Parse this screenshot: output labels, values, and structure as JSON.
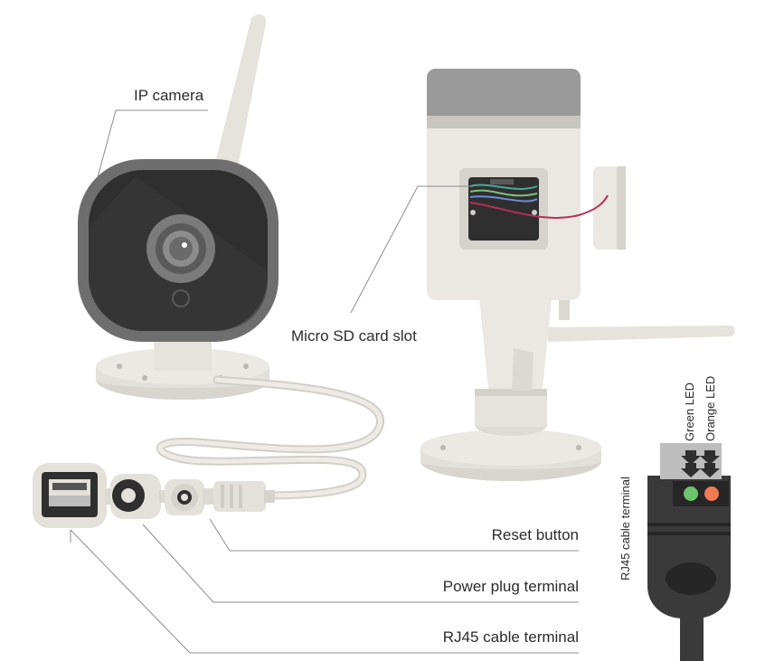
{
  "labels": {
    "ip_camera": "IP camera",
    "micro_sd": "Micro SD card slot",
    "reset_button": "Reset button",
    "power_plug": "Power plug terminal",
    "rj45_terminal": "RJ45 cable terminal",
    "green_led": "Green LED",
    "orange_led": "Orange LED",
    "rj45_side": "RJ45 cable terminal"
  },
  "colors": {
    "line": "#8c8c8c",
    "body_light": "#e9e6e1",
    "body_mid": "#dcd8d2",
    "cap_gray": "#9a9a9a",
    "dark": "#2f2f2f",
    "lens_ring": "#7b7b7b",
    "green_led": "#6cc46c",
    "orange_led": "#f07a52",
    "wire_pink": "#b5305a",
    "wire_teal": "#4ca99a"
  }
}
